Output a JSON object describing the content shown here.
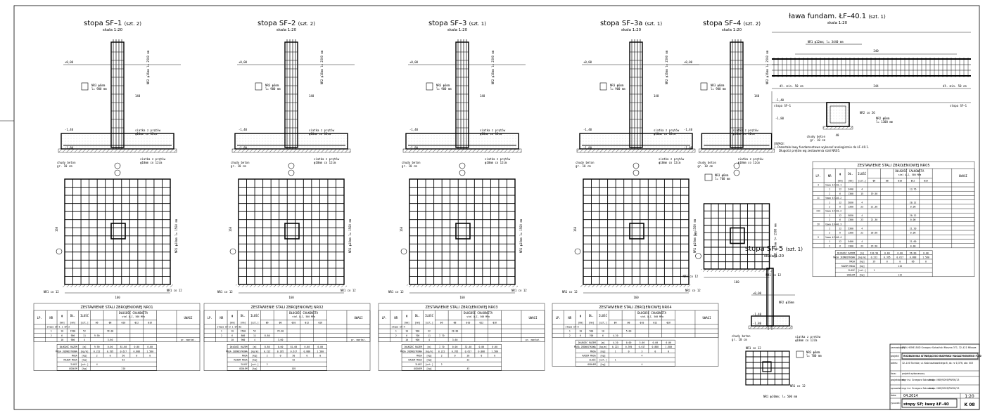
{
  "footings": [
    {
      "title": "stopa SF–1",
      "qty": "(szt. 2)",
      "scale": "skala 1:20"
    },
    {
      "title": "stopa SF–2",
      "qty": "(szt. 2)",
      "scale": "skala 1:20"
    },
    {
      "title": "stopa SF–3",
      "qty": "(szt. 1)",
      "scale": "skala 1:20"
    },
    {
      "title": "stopa SF–3a",
      "qty": "(szt. 1)",
      "scale": "skala 1:20"
    },
    {
      "title": "stopa SF–4",
      "qty": "(szt. 2)",
      "scale": "skala 1:20"
    }
  ],
  "footing_sf5": {
    "title": "stopa SF–5",
    "qty": "(szt. 1)",
    "scale": "skala 1:20"
  },
  "bench": {
    "title": "ława fundam. ŁF–40.1",
    "qty": "(szt. 1)",
    "scale": "skala 1:20"
  },
  "section_labels": {
    "level_top": "+0,00",
    "level_mid": "-1,40",
    "level_bot": "-1,80",
    "lean_concrete": "chudy beton",
    "lean_thk": "gr. 10 cm",
    "mesh_top": "siatka z prętów",
    "mesh_spec": "ϕ10mm co 12cm",
    "bar_nr3": "NR3 ϕ6mm",
    "bar_nr3_len": "l= 900 mm",
    "bar_nr2": "NR2 ϕ16mm l= 2500 mm",
    "nr1": "NR1 co 12",
    "dim_plan": "160",
    "dim_h1": "140",
    "dim_h2": "40",
    "nr2_side": "NR2 ϕ16mm",
    "nr1_plan": "NR1 ϕ10mm l= 1500 mm"
  },
  "bench_labels": {
    "nr1": "NR1 ϕ12mm; l= 3440 mm",
    "dim_240": "240",
    "dim_244": "244",
    "dl_left": "dł. min. 50 cm",
    "dl_right": "dł. min. 50 cm",
    "stopa_left": "stopa SF–1",
    "stopa_right": "stopa SF–1",
    "nr2": "NR2 ϕ6mm",
    "nr2_len": "l= 1300 mm",
    "nr2_co": "NR2 co 26",
    "dim_40": "40",
    "uwagi": "UWAGI:",
    "uwagi_1": "1. Pozostałe ławy fundamentowe wykonać analogicznie do ŁF–40.1.",
    "uwagi_2": "Długości prętów wg zestawienia stali NR05."
  },
  "sf4_extra": {
    "bar": "NR3 ϕ6mm",
    "len": "l= 700 mm"
  },
  "sf5_extra": {
    "bar": "NR3 ϕ6mm",
    "len": "l= 700 mm",
    "bottom": "NR1 ϕ10mm; l= 500 mm",
    "nr2": "NR2 ϕ16mm"
  },
  "tables": [
    {
      "title": "ZESTAWIENIE STALI ZBROJENIOWEJ NR01",
      "elem": "stopa SF–1 i SF–2",
      "rows": [
        [
          "1",
          "10",
          "1500",
          "52",
          "",
          "78.00",
          "",
          "",
          ""
        ],
        [
          "2",
          "6",
          "900",
          "11",
          "9.90",
          "",
          "",
          "",
          ""
        ],
        [
          "",
          "10",
          "900",
          "4",
          "",
          "3.60",
          "",
          "",
          ""
        ]
      ],
      "sums": [
        "9.90",
        "0.00",
        "81.60",
        "0.00",
        "0.00"
      ],
      "mass_unit": [
        "0.222",
        "0.395",
        "0.617",
        "0.888",
        "1.580"
      ],
      "mass": [
        "2",
        "0",
        "50",
        "0",
        "0"
      ],
      "total_mass": "53",
      "qty": "4",
      "grand": "210",
      "note": "pr. montaż."
    },
    {
      "title": "ZESTAWIENIE STALI ZBROJENIOWEJ NR02",
      "elem": "stopa SF–3 i SF–3a",
      "rows": [
        [
          "1",
          "10",
          "1500",
          "52",
          "",
          "78.00",
          "",
          "",
          ""
        ],
        [
          "2",
          "6",
          "800",
          "11",
          "8.80",
          "",
          "",
          "",
          ""
        ],
        [
          "",
          "10",
          "900",
          "4",
          "",
          "3.60",
          "",
          "",
          ""
        ]
      ],
      "sums": [
        "8.80",
        "0.00",
        "81.60",
        "0.00",
        "0.00"
      ],
      "mass_unit": [
        "0.222",
        "0.395",
        "0.617",
        "0.888",
        "1.580"
      ],
      "mass": [
        "2",
        "0",
        "50",
        "0",
        "0"
      ],
      "total_mass": "52",
      "qty": "2",
      "grand": "105",
      "note": "pr. montaż."
    },
    {
      "title": "ZESTAWIENIE STALI ZBROJENIOWEJ NR03",
      "elem": "stopa SF–4",
      "rows": [
        [
          "1",
          "10",
          "900",
          "32",
          "",
          "28.80",
          "",
          "",
          ""
        ],
        [
          "2",
          "6",
          "700",
          "11",
          "7.70",
          "",
          "",
          "",
          ""
        ],
        [
          "",
          "10",
          "900",
          "4",
          "",
          "3.60",
          "",
          "",
          ""
        ]
      ],
      "sums": [
        "7.70",
        "0.00",
        "32.40",
        "0.00",
        "0.00"
      ],
      "mass_unit": [
        "0.222",
        "0.395",
        "0.617",
        "0.888",
        "1.580"
      ],
      "mass": [
        "2",
        "0",
        "20",
        "0",
        "0"
      ],
      "total_mass": "22",
      "qty": "2",
      "grand": "43",
      "note": "pr. montaż."
    },
    {
      "title": "ZESTAWIENIE STALI ZBROJENIOWEJ NR04",
      "elem": "stopa SF–5",
      "rows": [
        [
          "1",
          "10",
          "500",
          "10",
          "",
          "5.00",
          "",
          "",
          ""
        ],
        [
          "2",
          "6",
          "700",
          "6",
          "4.20",
          "",
          "",
          "",
          ""
        ]
      ],
      "sums": [
        "4.20",
        "0.00",
        "5.00",
        "0.00",
        "0.00"
      ],
      "mass_unit": [
        "0.222",
        "0.395",
        "0.617",
        "0.888",
        "1.580"
      ],
      "mass": [
        "1",
        "0",
        "3",
        "0",
        "0"
      ],
      "total_mass": "4",
      "qty": "1",
      "grand": "4",
      "note": ""
    }
  ],
  "table_headers": {
    "lp": "LP.",
    "nr": "NR",
    "phi": "ϕ",
    "dl": "DŁ.",
    "ilosc": "ILOŚĆ",
    "dl_calk": "DŁUGOŚĆ CAŁKOWITA",
    "steel": "stal A–I, 500 MPa",
    "unit_m": "[m]",
    "mm": "[mm]",
    "szt": "[szt.]",
    "uwagi": "UWAGI",
    "diam": [
      "ϕ6",
      "ϕ8",
      "ϕ10",
      "ϕ12",
      "ϕ16"
    ],
    "sum_label": "DŁUGOŚĆ RAZEM",
    "unit_mass_label": "MASA JEDNOSTKOWA",
    "mass_label": "MASA",
    "total_label": "RAZEM MASA",
    "qty_label": "ILOŚĆ",
    "grand_label": "OGÓŁEM",
    "u_m": "[m]",
    "u_kgm": "[kg/m]",
    "u_kg": "[kg]",
    "u_szt": "[szt.]"
  },
  "table5": {
    "title": "ZESTAWIENIE STALI ZBROJENIOWEJ NR05",
    "groups": [
      {
        "roman": "I",
        "name": "ława ŁF–40.1",
        "rows": [
          [
            "1",
            "12",
            "3440",
            "4",
            "",
            "",
            "",
            "13.76",
            ""
          ],
          [
            "2",
            "6",
            "1300",
            "15",
            "19.50",
            "",
            "",
            "",
            ""
          ]
        ]
      },
      {
        "roman": "II",
        "name": "ława ŁF–40.2",
        "rows": [
          [
            "1",
            "12",
            "5030",
            "4",
            "",
            "",
            "",
            "20.12",
            ""
          ],
          [
            "2",
            "6",
            "1300",
            "23",
            "21.30",
            "",
            "",
            "0.00",
            ""
          ]
        ]
      },
      {
        "roman": "III",
        "name": "ława ŁF–40.2",
        "rows": [
          [
            "1",
            "12",
            "5030",
            "4",
            "",
            "",
            "",
            "20.12",
            ""
          ],
          [
            "2",
            "6",
            "1300",
            "23",
            "21.30",
            "",
            "",
            "0.00",
            ""
          ]
        ]
      },
      {
        "roman": "IV",
        "name": "ława ŁF–40.3",
        "rows": [
          [
            "1",
            "12",
            "5300",
            "4",
            "",
            "",
            "",
            "21.20",
            ""
          ],
          [
            "2",
            "6",
            "1300",
            "22",
            "28.60",
            "",
            "",
            "0.00",
            ""
          ]
        ]
      },
      {
        "roman": "V",
        "name": "ława ŁF–40.4",
        "rows": [
          [
            "1",
            "12",
            "5400",
            "4",
            "",
            "",
            "",
            "21.60",
            ""
          ],
          [
            "2",
            "6",
            "1300",
            "23",
            "29.90",
            "",
            "",
            "0.00",
            ""
          ]
        ]
      }
    ],
    "sums": [
      "130.90",
      "0.00",
      "0.00",
      "96.80",
      "0.00"
    ],
    "mass_unit": [
      "0.222",
      "0.395",
      "0.617",
      "0.888",
      "1.580"
    ],
    "mass": [
      "29",
      "0",
      "0",
      "86",
      "0"
    ],
    "total_mass": "115",
    "qty": "1",
    "grand": "115"
  },
  "title_block": {
    "r1_lbl": "zamawiający:",
    "r1": "PRO–HOME–BUD Grzegorz Sałusiński  Moszna 371, 32–421 Mikowa",
    "r2_lbl": "projekt:",
    "r2": "ROZBUDOWA ISTNIEJĄCEGO BUDYNKU MAGAZYNOWEGO F–40",
    "r3_lbl": "adres:",
    "r3": "32–100 Tuchów, ul. Kościuszkowskiego 6, dz. nr 1/376, obr. 003",
    "r4_lbl": "faza:",
    "r4": "projekt wykonawczy",
    "r5_lbl": "projektował:",
    "r5": "mgr inż. Grzegorz Sałusiński",
    "r5b": "nr upr. MAP/0095/PWOK/13",
    "r6_lbl": "sprawdził:",
    "r6": "mgr inż. Grzegorz Sałusiński",
    "r6b": "nr upr. MAP/0095/PWOK/13",
    "date_lbl": "data:",
    "date": "04.2014",
    "sheet_lbl": "rysunek:",
    "sheet": "stopy SF; ławy ŁF–40",
    "scale": "1:20",
    "no": "K 08"
  }
}
